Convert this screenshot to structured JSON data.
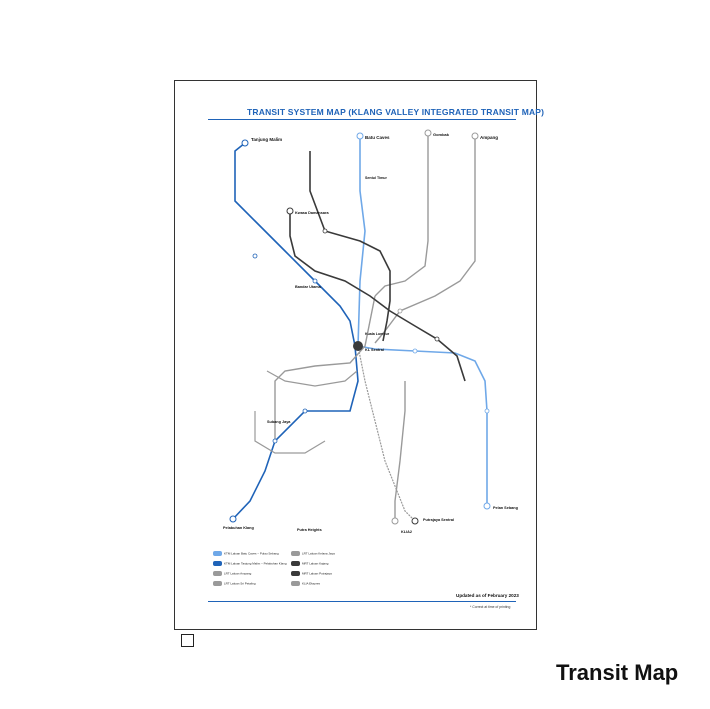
{
  "map": {
    "title": "TRANSIT SYSTEM MAP (KLANG VALLEY INTEGRATED TRANSIT MAP)",
    "updated": "Updated as of February 2023",
    "correct_note": "* Correct at time of printing"
  },
  "caption": "Transit Map",
  "colors": {
    "accent": "#1f63b8",
    "light_blue": "#6fa8e8",
    "grey": "#9a9a9a",
    "dark": "#3a3a3a",
    "border": "#333333"
  },
  "stations": {
    "tanjung_malim": "Tanjung Malim",
    "batu_caves": "Batu Caves",
    "kuala_lumpur": "Kuala Lumpur",
    "kl_sentral": "KL Sentral",
    "bandar_utama": "Bandar Utama",
    "ampang": "Ampang",
    "sentul_timur": "Sentul Timur",
    "gombak": "Gombak",
    "kwasa_damansara": "Kwasa Damansara",
    "subang_jaya": "Subang Jaya",
    "pelabuhan_klang": "Pelabuhan Klang",
    "putra_heights": "Putra Heights",
    "putrajaya_sentral": "Putrajaya Sentral",
    "klia2": "KLIA2",
    "pelan_sebang": "Pelan Sebang"
  },
  "legend": [
    {
      "label": "KTM Laluan Batu Caves – Pulau Sebang",
      "color": "#6fa8e8"
    },
    {
      "label": "KTM Laluan Tanjung Malim – Pelabuhan Klang",
      "color": "#1f63b8"
    },
    {
      "label": "LRT Laluan Ampang",
      "color": "#9a9a9a"
    },
    {
      "label": "LRT Laluan Sri Petaling",
      "color": "#9a9a9a"
    },
    {
      "label": "LRT Laluan Kelana Jaya",
      "color": "#9a9a9a"
    },
    {
      "label": "MRT Laluan Kajang",
      "color": "#3a3a3a"
    },
    {
      "label": "MRT Laluan Putrajaya",
      "color": "#3a3a3a"
    },
    {
      "label": "KLIA Ekspres",
      "color": "#9a9a9a"
    }
  ]
}
